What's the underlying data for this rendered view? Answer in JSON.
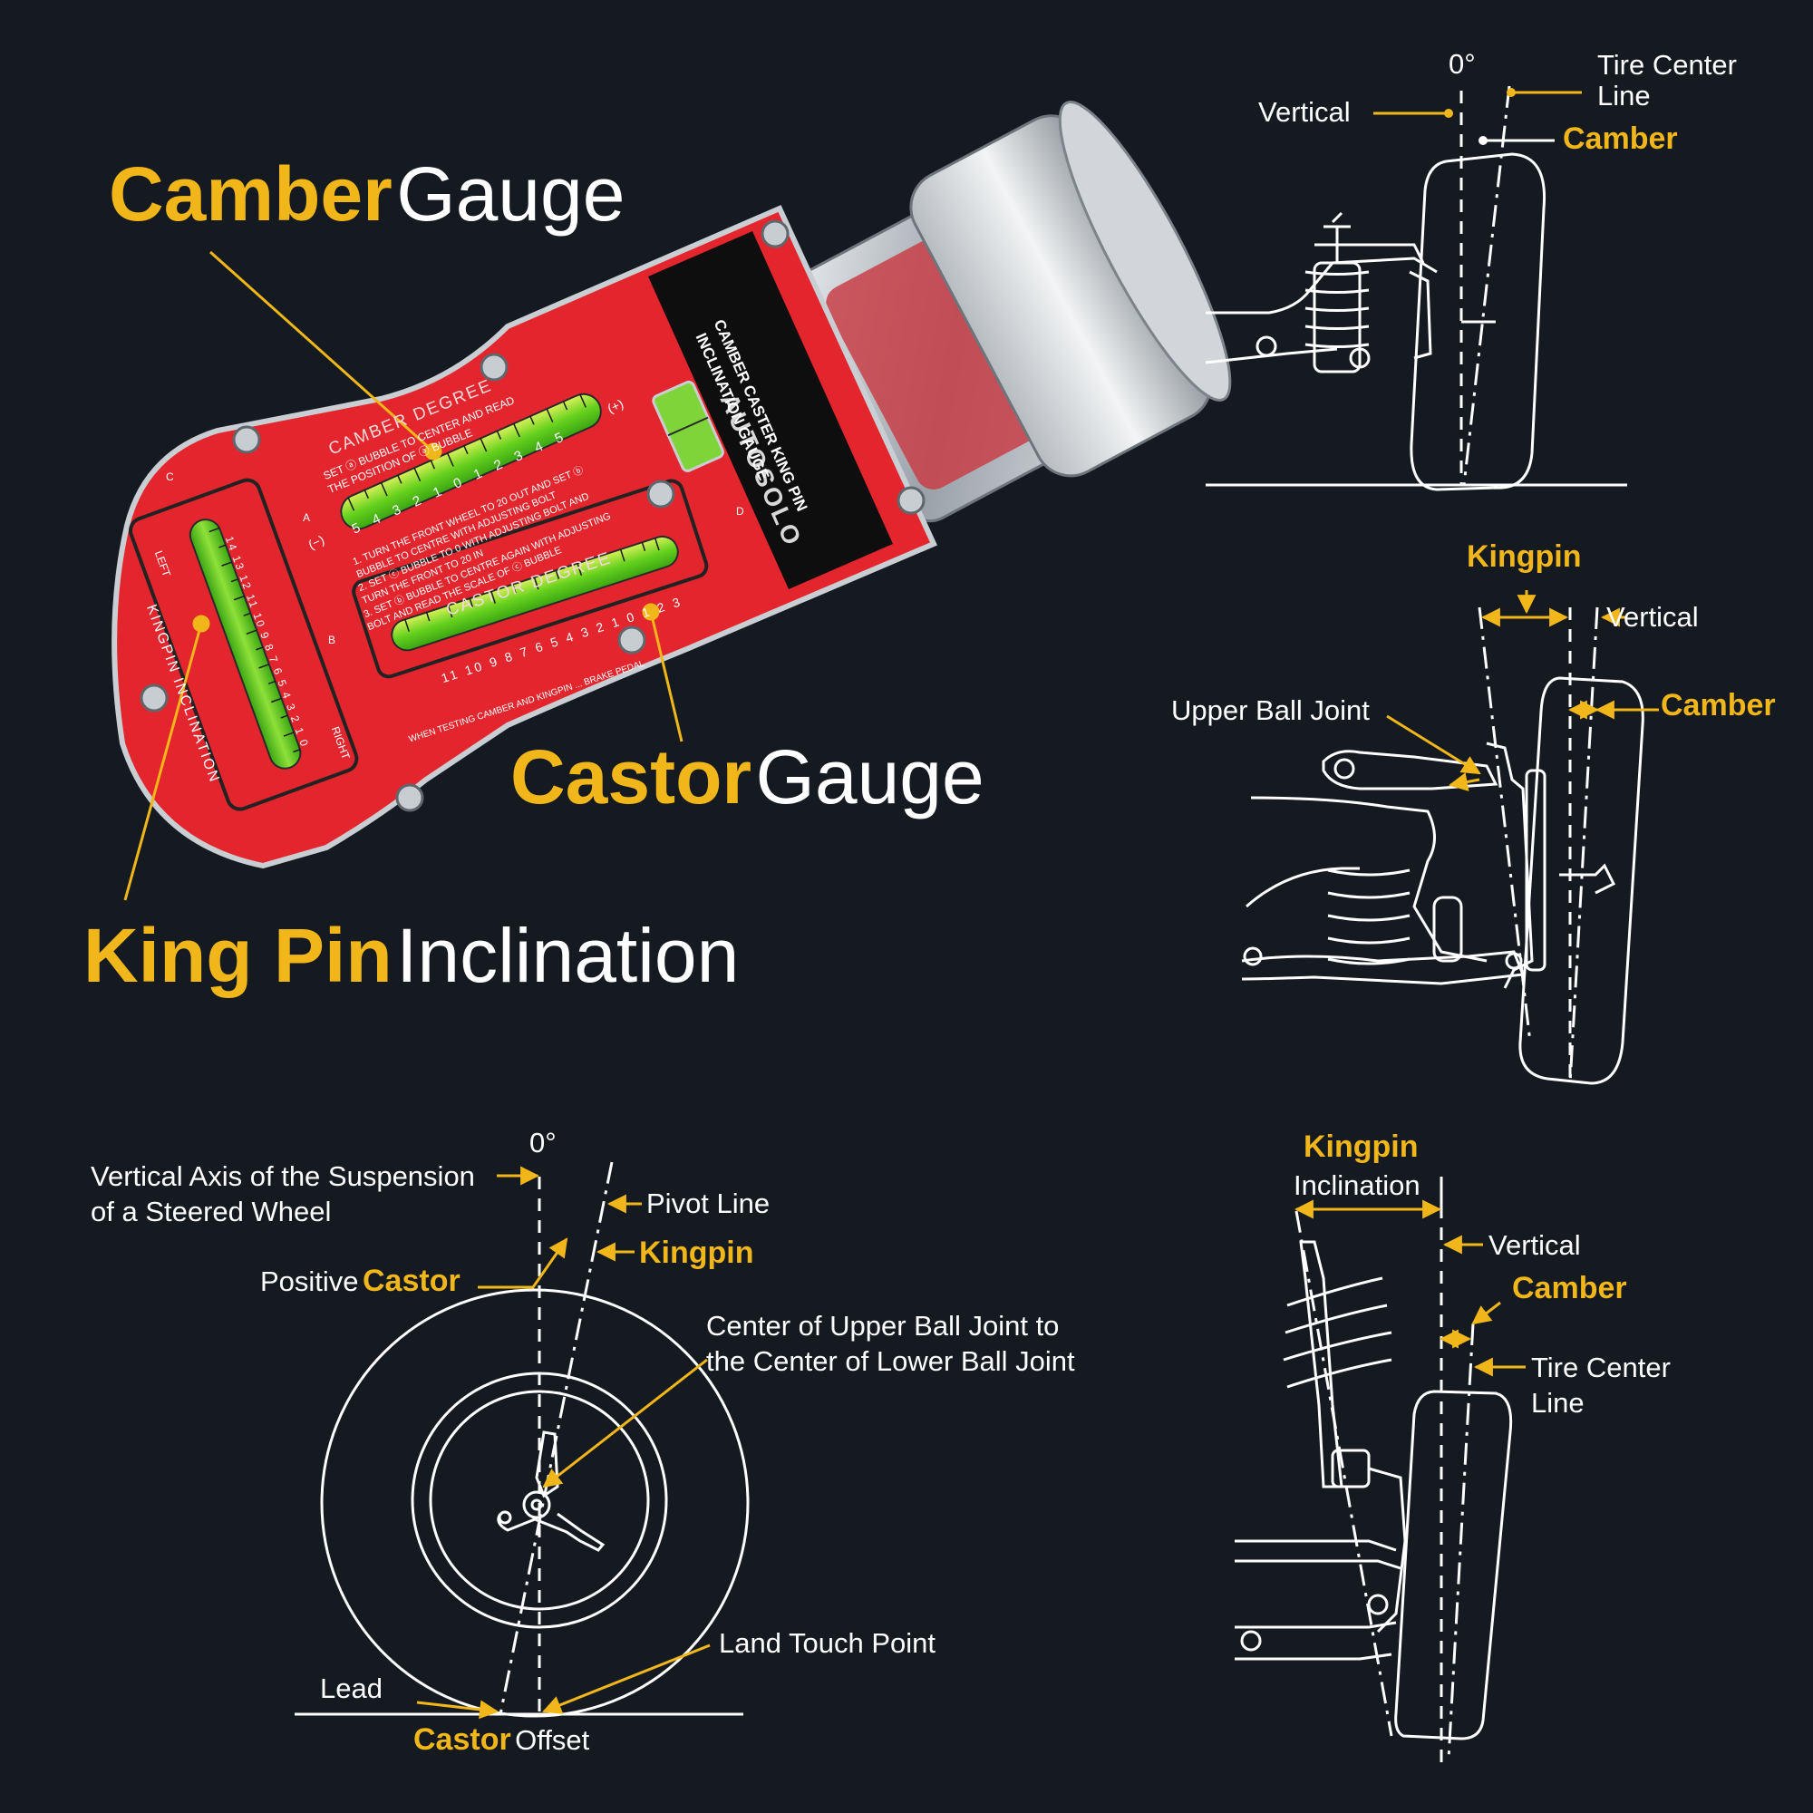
{
  "colors": {
    "background": "#151a21",
    "accent": "#f1b619",
    "line": "#ffffff",
    "gauge_red": "#e3262d",
    "bubble_green": "#5cd61e"
  },
  "callouts": {
    "camber_gauge": {
      "accent": "Camber",
      "rest": "Gauge"
    },
    "castor_gauge": {
      "accent": "Castor",
      "rest": "Gauge"
    },
    "king_pin": {
      "accent": "King Pin",
      "rest": "Inclination"
    }
  },
  "gauge": {
    "brand": "AUTOSOLO",
    "title_line1": "CAMBER CASTER KING PIN",
    "title_line2": "INCLINATION GAUGE",
    "camber_label": "CAMBER DEGREE",
    "castor_label": "CASTOR DEGREE",
    "kingpin_label": "KINGPIN INCLINATION",
    "left": "LEFT",
    "right": "RIGHT",
    "minus": "(−)",
    "plus": "(+)",
    "camber_scale": "5 4 3 2 1 0 1 2 3 4 5",
    "castor_scale": "11 10 9 8 7 6 5 4 3 2 1 0 1 2 3",
    "kingpin_scale": "14 13 12 11 10 9 8 7 6 5 4 3 2 1 0",
    "instruction_1": "SET ⓐ BUBBLE TO CENTER AND READ",
    "instruction_2": "THE POSITION OF ⓐ BUBBLE",
    "instruction_3": "1. TURN THE FRONT WHEEL TO 20 OUT AND SET ⓑ",
    "instruction_4": "BUBBLE TO CENTRE WITH ADJUSTING BOLT",
    "instruction_5": "2. SET ⓒ BUBBLE TO 0 WITH ADJUSTING BOLT AND",
    "instruction_6": "TURN THE FRONT TO 20 IN",
    "instruction_7": "3. SET ⓑ BUBBLE TO CENTRE AGAIN WITH ADJUSTING",
    "instruction_8": "BOLT AND READ THE SCALE OF ⓒ BUBBLE",
    "footer_note": "WHEN TESTING CAMBER AND KINGPIN ... BRAKE PEDAL",
    "marker_a": "A",
    "marker_b": "B",
    "marker_c": "C",
    "marker_d": "D"
  },
  "panel_camber": {
    "zero": "0°",
    "tire_center": "Tire Center",
    "tire_center_2": "Line",
    "vertical": "Vertical",
    "camber": "Camber"
  },
  "panel_kingpin": {
    "kingpin": "Kingpin",
    "vertical": "Vertical",
    "upper_ball_joint": "Upper Ball Joint",
    "camber": "Camber"
  },
  "panel_castor": {
    "zero": "0°",
    "vertical_axis_1": "Vertical Axis of the Suspension",
    "vertical_axis_2": "of a Steered Wheel",
    "pivot_line": "Pivot Line",
    "kingpin": "Kingpin",
    "positive": "Positive",
    "castor": "Castor",
    "center_1": "Center of Upper Ball Joint to",
    "center_2": "the Center of Lower Ball Joint",
    "land_touch": "Land Touch Point",
    "lead": "Lead",
    "offset": "Offset"
  },
  "panel_kpi": {
    "kingpin": "Kingpin",
    "inclination": "Inclination",
    "vertical": "Vertical",
    "camber": "Camber",
    "tire_center": "Tire Center",
    "tire_center_2": "Line"
  }
}
